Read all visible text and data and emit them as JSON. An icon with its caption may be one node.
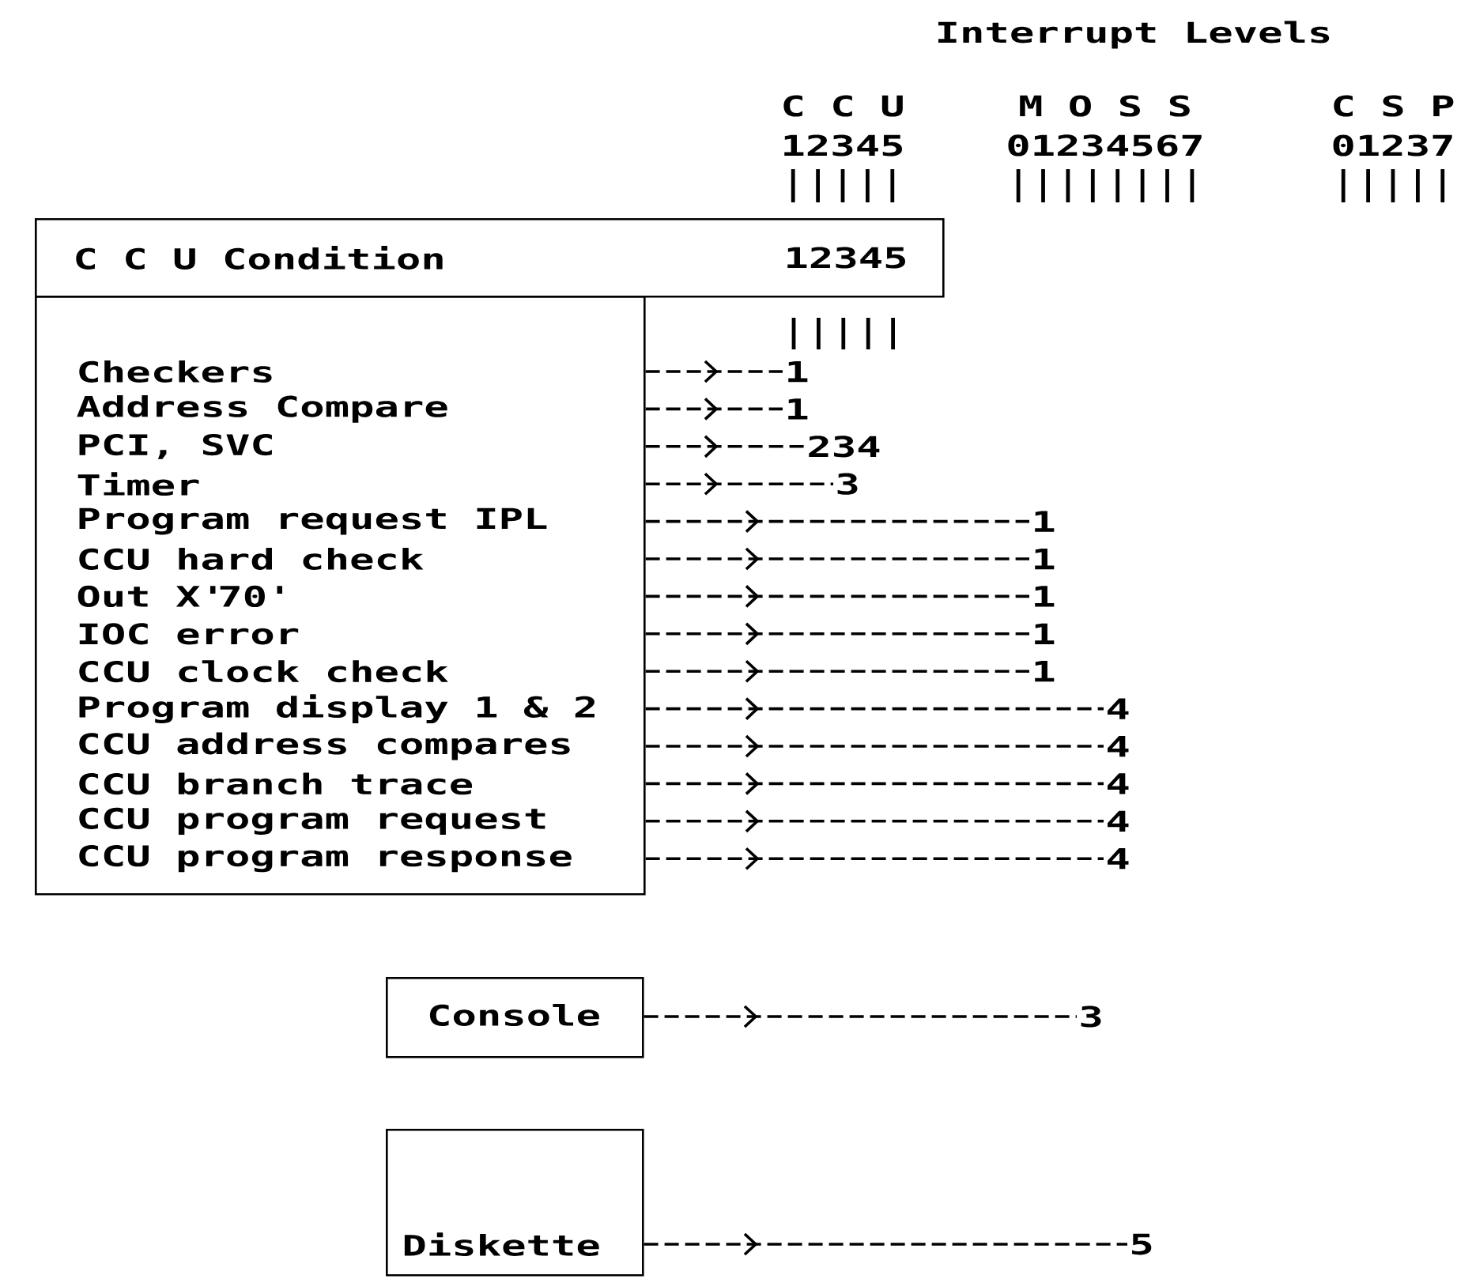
{
  "diagram": {
    "title": "Interrupt Levels",
    "nodes": [
      {
        "text": [
          "C C U Condition",
          "12345"
        ]
      },
      {
        "text": [
          "Checkers",
          "Address Compare",
          "PCI, SVC",
          "Timer",
          "Program request IPL",
          "CCU hard check",
          "Out X'70'",
          "IOC error",
          "CCU clock check",
          "Program display 1 & 2",
          "CCU address compares",
          "CCU branch trace",
          "CCU program request",
          "CCU program response"
        ]
      },
      {
        "text": [
          "1"
        ]
      },
      {
        "text": [
          "1"
        ]
      },
      {
        "text": [
          "234"
        ]
      },
      {
        "text": [
          "3"
        ]
      },
      {
        "text": [
          "1"
        ]
      },
      {
        "text": [
          "1"
        ]
      },
      {
        "text": [
          "1"
        ]
      },
      {
        "text": [
          "1"
        ]
      },
      {
        "text": [
          "1"
        ]
      },
      {
        "text": [
          "4"
        ]
      },
      {
        "text": [
          "4"
        ]
      },
      {
        "text": [
          "4"
        ]
      },
      {
        "text": [
          "4"
        ]
      },
      {
        "text": [
          "4"
        ]
      },
      {
        "text": [
          "Console"
        ]
      },
      {
        "text": [
          "3"
        ]
      },
      {
        "text": [
          "Diskette"
        ]
      },
      {
        "text": [
          "5"
        ]
      }
    ],
    "edges": [
      {
        "from": 1,
        "to": 2,
        "arrow": "to"
      },
      {
        "from": 1,
        "to": 3,
        "arrow": "to"
      },
      {
        "from": 1,
        "to": 4,
        "arrow": "to"
      },
      {
        "from": 1,
        "to": 5,
        "arrow": "to"
      },
      {
        "from": 1,
        "to": 6,
        "arrow": "to"
      },
      {
        "from": 1,
        "to": 7,
        "arrow": "to"
      },
      {
        "from": 1,
        "to": 8,
        "arrow": "to"
      },
      {
        "from": 1,
        "to": 9,
        "arrow": "to"
      },
      {
        "from": 1,
        "to": 10,
        "arrow": "to"
      },
      {
        "from": 1,
        "to": 11,
        "arrow": "to"
      },
      {
        "from": 1,
        "to": 12,
        "arrow": "to"
      },
      {
        "from": 1,
        "to": 13,
        "arrow": "to"
      },
      {
        "from": 1,
        "to": 14,
        "arrow": "to"
      },
      {
        "from": 1,
        "to": 15,
        "arrow": "to"
      },
      {
        "from": 16,
        "to": 17,
        "arrow": "to"
      },
      {
        "from": 18,
        "to": 19,
        "arrow": "to"
      }
    ],
    "labels": [
      "C C U",
      "M O S S",
      "C S P",
      "12345",
      "01234567",
      "01237"
    ]
  }
}
